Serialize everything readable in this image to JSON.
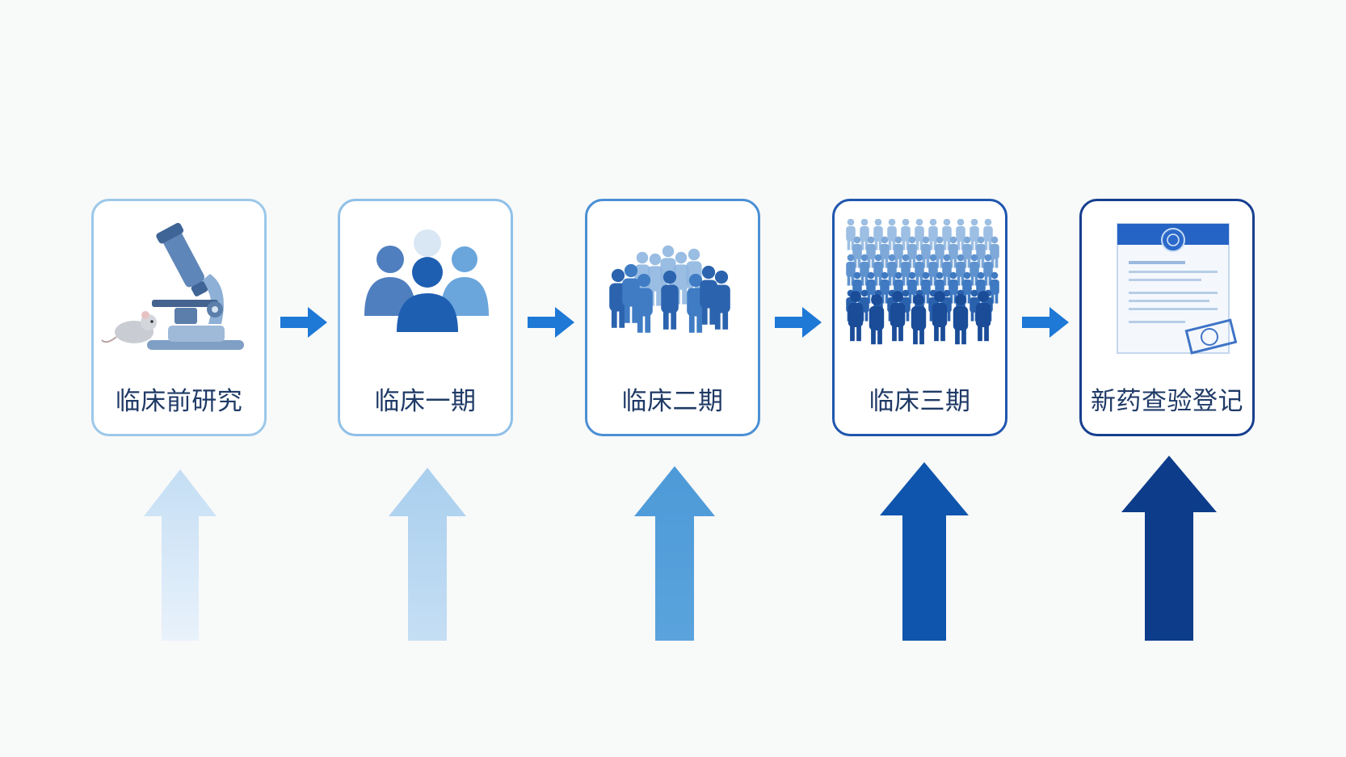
{
  "stages": [
    {
      "label": "临床前研究",
      "icon": "microscope-icon",
      "border": "#9cc8ea"
    },
    {
      "label": "临床一期",
      "icon": "small-group-icon",
      "border": "#8fc0e8"
    },
    {
      "label": "临床二期",
      "icon": "medium-group-icon",
      "border": "#4a8fd4"
    },
    {
      "label": "临床三期",
      "icon": "large-crowd-icon",
      "border": "#1f56ad"
    },
    {
      "label": "新药查验登记",
      "icon": "certificate-icon",
      "border": "#173f8f"
    }
  ],
  "colors": {
    "flow_arrow": "#1d78d6",
    "up_arrows": [
      "#c4def4",
      "#a9cfee",
      "#4d9ad8",
      "#0f55ad",
      "#0c3c8a"
    ]
  }
}
